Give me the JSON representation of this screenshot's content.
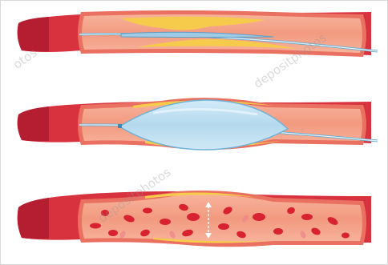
{
  "watermark": {
    "text": "depositphotos",
    "fragments": [
      "otos",
      "depositphotos",
      "depositphotos"
    ]
  },
  "colors": {
    "vessel_dark": "#c8273a",
    "vessel_outer": "#dc4a4f",
    "lumen": "#f4a189",
    "plaque": "#f6cf4d",
    "balloon": "#b8dcef",
    "balloon_stroke": "#6fb3d8",
    "catheter": "#d4ecf6",
    "red_cell": "#d8222f"
  },
  "diagram": {
    "panels": [
      {
        "stage": "catheter-inserted"
      },
      {
        "stage": "balloon-inflated"
      },
      {
        "stage": "vessel-reopened"
      }
    ]
  }
}
